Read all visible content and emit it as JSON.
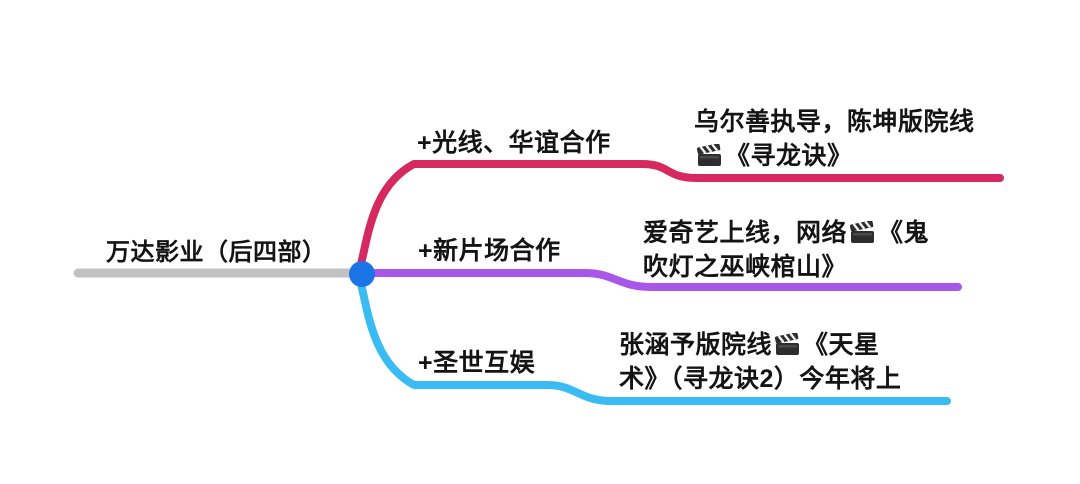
{
  "colors": {
    "background": "#FFFFFF",
    "text": "#141414",
    "root_line": "#C2C2C2",
    "junction_dot": "#1B75E6",
    "branch1": "#D6295F",
    "branch2": "#A957E8",
    "branch3": "#3ABCF2"
  },
  "root": {
    "label": "万达影业（后四部）"
  },
  "branches": [
    {
      "label": "+光线、华谊合作",
      "color": "#D6295F",
      "child": {
        "lines": [
          "乌尔善执导，陈坤版院线",
          "🎬《寻龙诀》"
        ]
      }
    },
    {
      "label": "+新片场合作",
      "color": "#A957E8",
      "child": {
        "lines": [
          "爱奇艺上线，网络🎬《鬼",
          "吹灯之巫峡棺山》"
        ]
      }
    },
    {
      "label": "+圣世互娱",
      "color": "#3ABCF2",
      "child": {
        "lines": [
          "张涵予版院线🎬《天星",
          "术》（寻龙诀2）今年将上"
        ]
      }
    }
  ],
  "icons": {
    "movie_clapper": "clapper-board-icon"
  }
}
